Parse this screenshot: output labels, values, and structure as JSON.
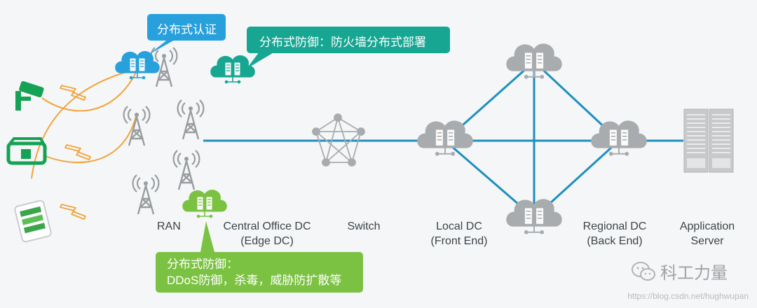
{
  "callouts": {
    "auth": "分布式认证",
    "firewall": "分布式防御：防火墙分布式部署",
    "ddos_line1": "分布式防御：",
    "ddos_line2": "DDoS防御，杀毒，威胁防扩散等"
  },
  "labels": {
    "ran": "RAN",
    "central_line1": "Central Office DC",
    "central_line2": "(Edge DC)",
    "switch": "Switch",
    "local_line1": "Local DC",
    "local_line2": "(Front End)",
    "regional_line1": "Regional DC",
    "regional_line2": "(Back End)",
    "app_line1": "Application",
    "app_line2": "Server"
  },
  "watermark": {
    "brand": "科工力量",
    "url": "https://blog.csdn.net/hughwupan"
  },
  "colors": {
    "blue": "#27a0dc",
    "teal": "#16a692",
    "green": "#7cc242",
    "orange": "#f2a43a",
    "link": "#1e8fc0",
    "gray": "#a9acaf"
  },
  "icons": [
    "camera-icon",
    "vr-glasses-icon",
    "phone-icon",
    "signal-tower-icon",
    "cloud-server-icon",
    "switch-mesh-icon",
    "server-rack-icon",
    "wechat-icon"
  ]
}
